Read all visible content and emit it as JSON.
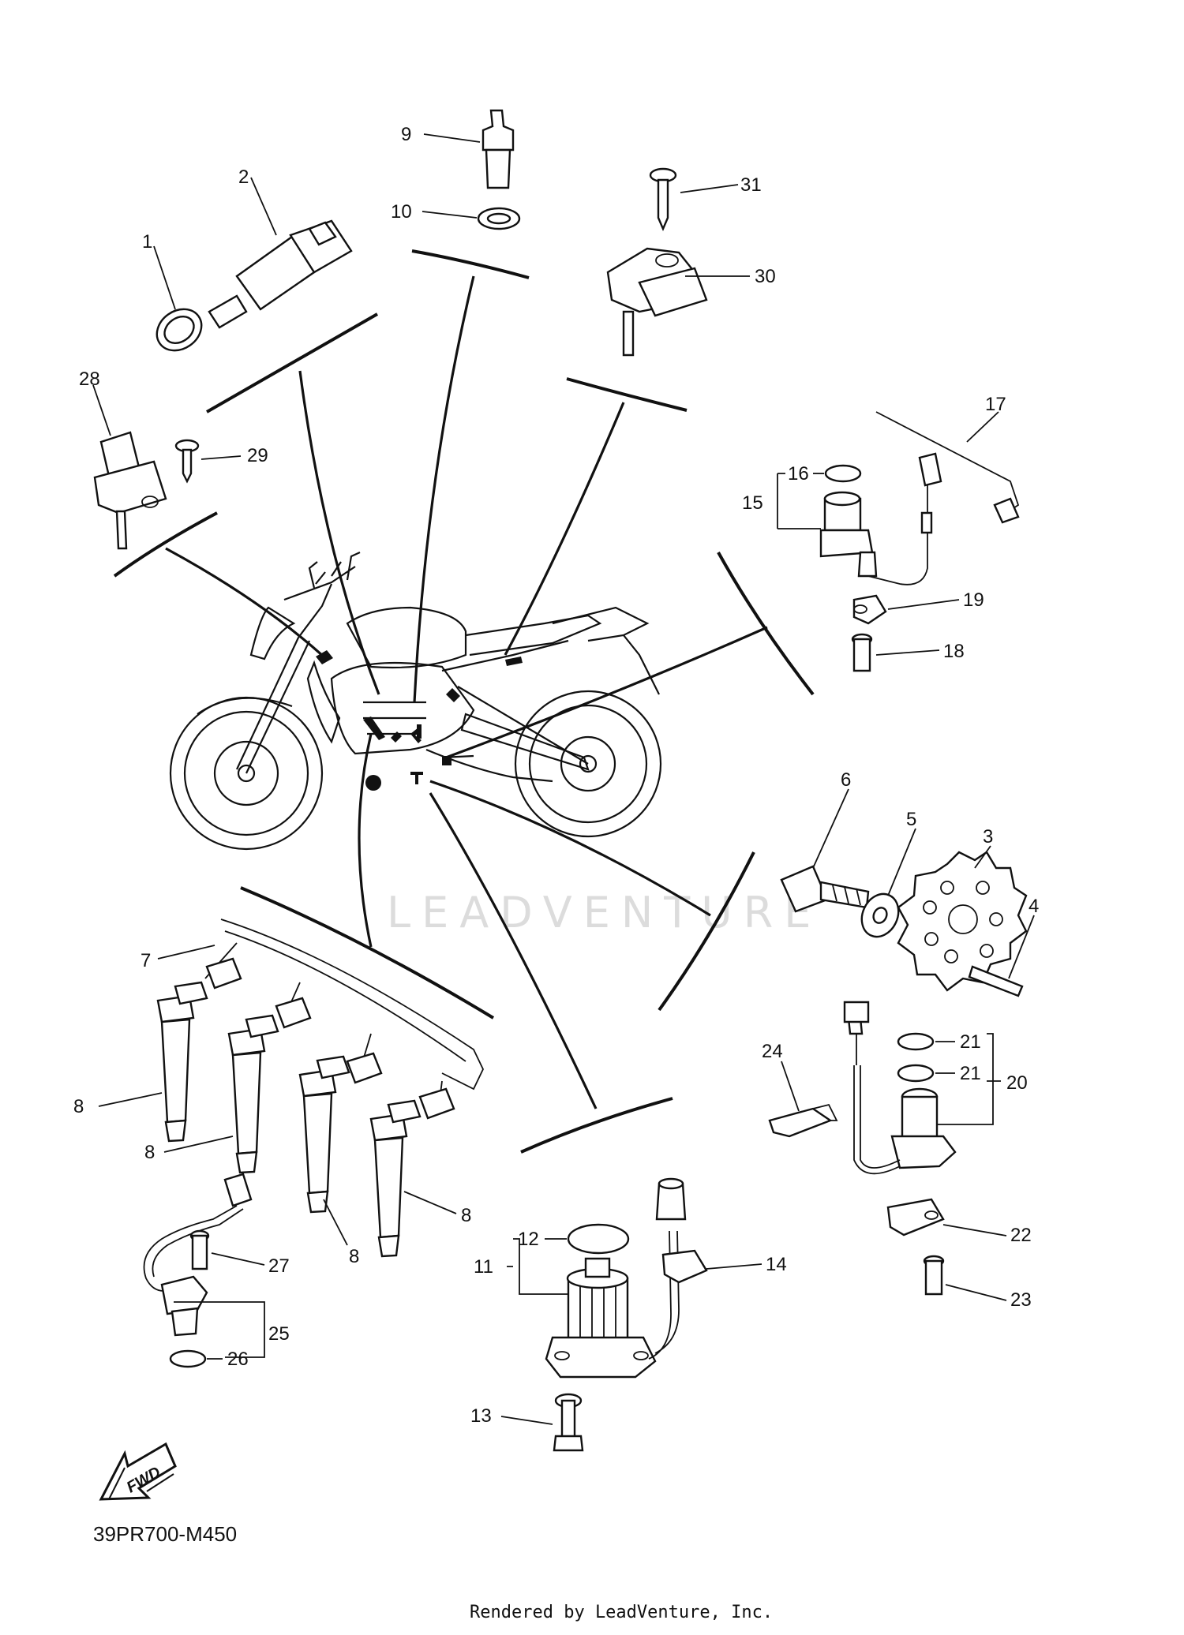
{
  "diagram": {
    "part_code": "39PR700-M450",
    "footer_credit": "Rendered by LeadVenture, Inc.",
    "watermark": "LEADVENTURE",
    "fwd_label": "FWD",
    "callouts": {
      "c1": "1",
      "c2": "2",
      "c3": "3",
      "c4": "4",
      "c5": "5",
      "c6": "6",
      "c7": "7",
      "c8a": "8",
      "c8b": "8",
      "c8c": "8",
      "c8d": "8",
      "c9": "9",
      "c10": "10",
      "c11": "11",
      "c12": "12",
      "c13": "13",
      "c14": "14",
      "c15": "15",
      "c16": "16",
      "c17": "17",
      "c18": "18",
      "c19": "19",
      "c20": "20",
      "c21a": "21",
      "c21b": "21",
      "c22": "22",
      "c23": "23",
      "c24": "24",
      "c25": "25",
      "c26": "26",
      "c27": "27",
      "c28": "28",
      "c29": "29",
      "c30": "30",
      "c31": "31"
    }
  }
}
